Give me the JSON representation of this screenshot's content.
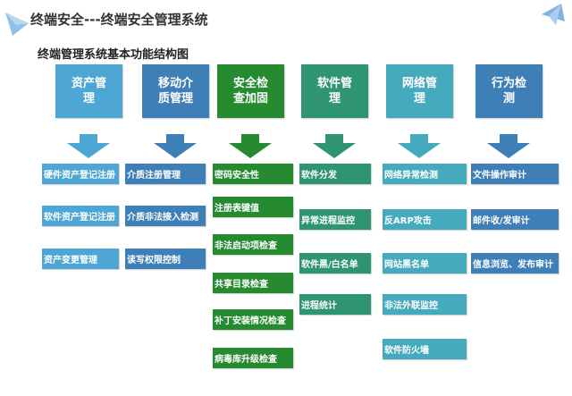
{
  "title": "终端安全---终端安全管理系统",
  "subtitle": "终端管理系统基本功能结构图",
  "decorations": {
    "left": "paper-plane-icon",
    "right": "paper-plane-icon"
  },
  "columns": [
    {
      "header": "资产管理",
      "color": "#4ea6d4",
      "items": [
        "硬件资产登记注册",
        "软件资产登记注册",
        "资产变更管理"
      ]
    },
    {
      "header": "移动介质管理",
      "color": "#3f7fb8",
      "items": [
        "介质注册管理",
        "介质非法接入检测",
        "读写权限控制"
      ]
    },
    {
      "header": "安全检查加固",
      "color": "#268a30",
      "items": [
        "密码安全性",
        "注册表键值",
        "非法启动项检查",
        "共享目录检查",
        "补丁安装情况检查",
        "病毒库升级检查"
      ]
    },
    {
      "header": "软件管理",
      "color": "#2e9474",
      "items": [
        "软件分发",
        "异常进程监控",
        "软件黑/白名单",
        "进程统计"
      ]
    },
    {
      "header": "网络管理",
      "color": "#45aabe",
      "items": [
        "网络异常检测",
        "反ARP攻击",
        "网站黑名单",
        "非法外联监控",
        "软件防火墙"
      ]
    },
    {
      "header": "行为检测",
      "color": "#3f7fb8",
      "items": [
        "文件操作审计",
        "邮件收/发审计",
        "信息浏览、发布审计"
      ]
    }
  ]
}
